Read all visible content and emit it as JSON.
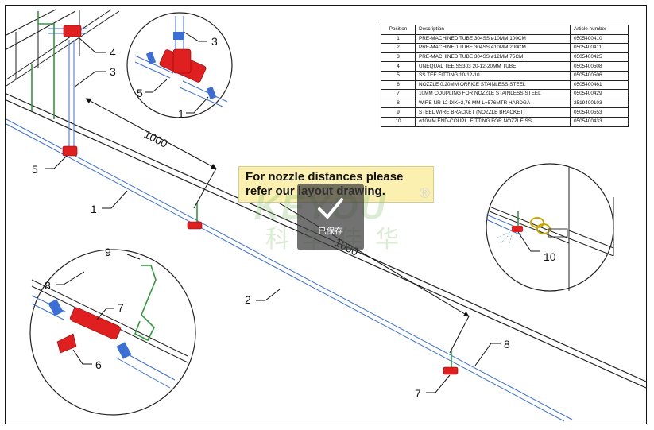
{
  "callouts": {
    "c1_top": "1",
    "c3_top": "3",
    "c5_top": "5",
    "c4": "4",
    "c3_main": "3",
    "c5_main": "5",
    "c1_main": "1",
    "c2": "2",
    "c8_right": "8",
    "c7_main": "7",
    "c9": "9",
    "c8_detail": "8",
    "c7_detail": "7",
    "c6": "6",
    "c10": "10"
  },
  "dimensions": {
    "d1": "1000",
    "d2": "1000"
  },
  "note": {
    "line1": "For nozzle distances please",
    "line2": "refer our layout drawing.",
    "reg": "®"
  },
  "watermark": {
    "latin": "KEYOU",
    "chinese": "科丰佳华"
  },
  "toast": {
    "label": "已保存"
  },
  "parts_table": {
    "headers": [
      "Position",
      "Description",
      "Article number"
    ],
    "rows": [
      {
        "position": "1",
        "description": "PRE-MACHINED TUBE 304SS ø10MM 100CM",
        "article": "0505400410"
      },
      {
        "position": "2",
        "description": "PRE-MACHINED TUBE 304SS ø10MM 200CM",
        "article": "0505400411"
      },
      {
        "position": "3",
        "description": "PRE-MACHINED TUBE 304SS ø12MM 75CM",
        "article": "0505400425"
      },
      {
        "position": "4",
        "description": "UNEQUAL TEE SS303 20-12-20MM TUBE",
        "article": "0505400508"
      },
      {
        "position": "5",
        "description": "SS TEE FITTING 10-12-10",
        "article": "0505400506"
      },
      {
        "position": "6",
        "description": "NOZZLE 0.20MM ORFICE STAINLESS STEEL",
        "article": "0505400461"
      },
      {
        "position": "7",
        "description": "10MM COUPLING FOR NOZZLE STAINLESS STEEL",
        "article": "0505400429"
      },
      {
        "position": "8",
        "description": "WIRE NR 12 DIK=2,76 MM L=576MTR HARDGA",
        "article": "2519400103"
      },
      {
        "position": "9",
        "description": "STEEL WIRE BRACKET (NOZZLE BRACKET)",
        "article": "0505400553"
      },
      {
        "position": "10",
        "description": "ø10MM END-COUPL. FITTING FOR NOZZLE SS",
        "article": "0505400433"
      }
    ]
  },
  "colors": {
    "pipe_blue": "#3b6fd6",
    "fitting_red": "#e02020",
    "wire_green": "#2e9a3a",
    "note_bg": "#fbf0b0"
  }
}
